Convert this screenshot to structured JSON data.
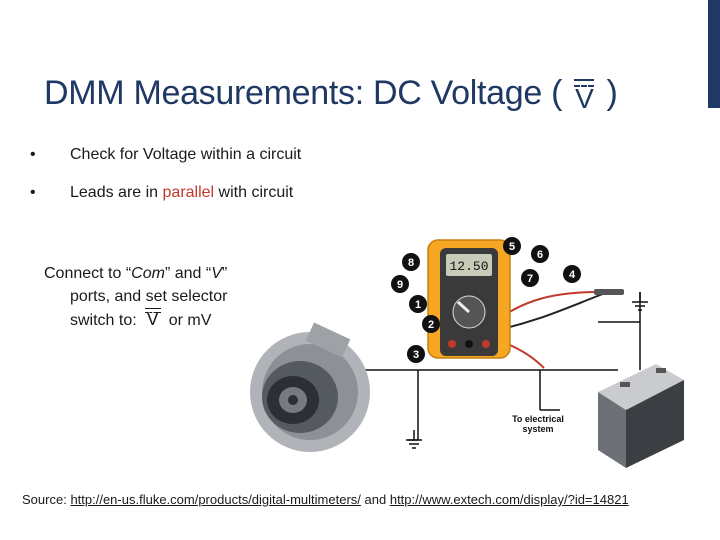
{
  "slide": {
    "title_prefix": "DMM Measurements: DC Voltage (",
    "title_symbol": "V",
    "title_suffix": ")",
    "bullets": [
      {
        "pre": "Check for Voltage within a circuit",
        "red": "",
        "post": ""
      },
      {
        "pre": "Leads are in ",
        "red": "parallel",
        "post": " with circuit"
      }
    ],
    "connect": {
      "line1_pre": "Connect to “",
      "com": "Com",
      "line1_mid": "” and “",
      "v": "V",
      "line1_post": "”",
      "line2": "ports, and set selector",
      "line3_pre": "switch to:",
      "symbol": "V",
      "line3_post": "or mV"
    },
    "figure": {
      "display_reading": "12.50",
      "callouts": [
        "1",
        "2",
        "3",
        "4",
        "5",
        "6",
        "7",
        "8",
        "9"
      ],
      "label_line1": "To electrical",
      "label_line2": "system"
    },
    "source": {
      "label": "Source:",
      "link1": "http://en-us.fluke.com/products/digital-multimeters/",
      "and": "and",
      "link2": "http://www.extech.com/display/?id=14821"
    }
  },
  "colors": {
    "title": "#1f3864",
    "accent_bar": "#1f3864",
    "parallel_text": "#c0392b",
    "meter_body": "#f5a623"
  }
}
